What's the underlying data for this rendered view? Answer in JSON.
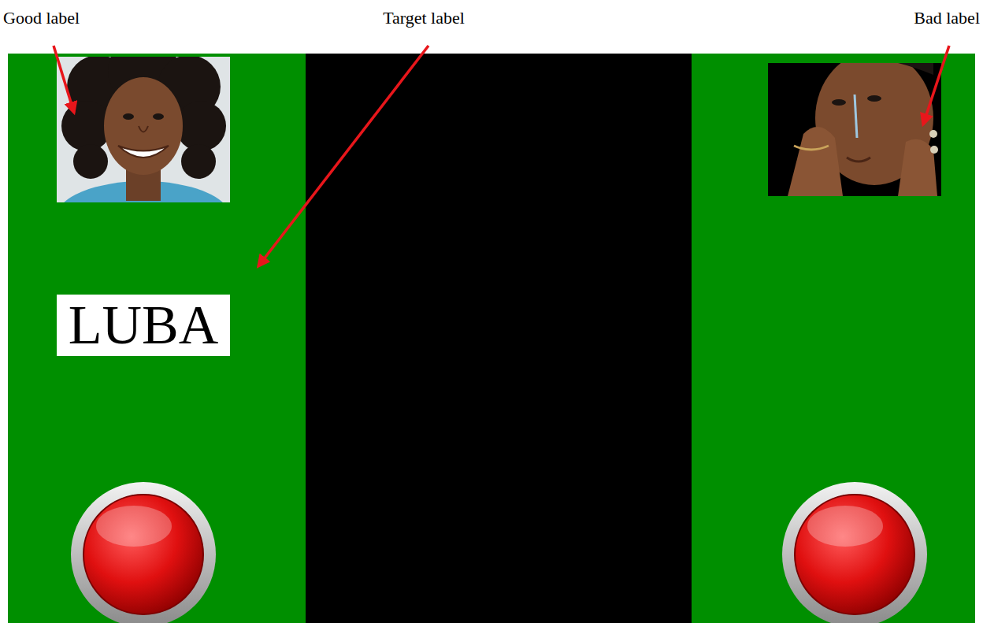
{
  "diagram": {
    "nodes": [
      {
        "text": [
          "LUBA"
        ]
      }
    ],
    "labels": [
      "Good label",
      "Target label",
      "Bad label"
    ]
  }
}
